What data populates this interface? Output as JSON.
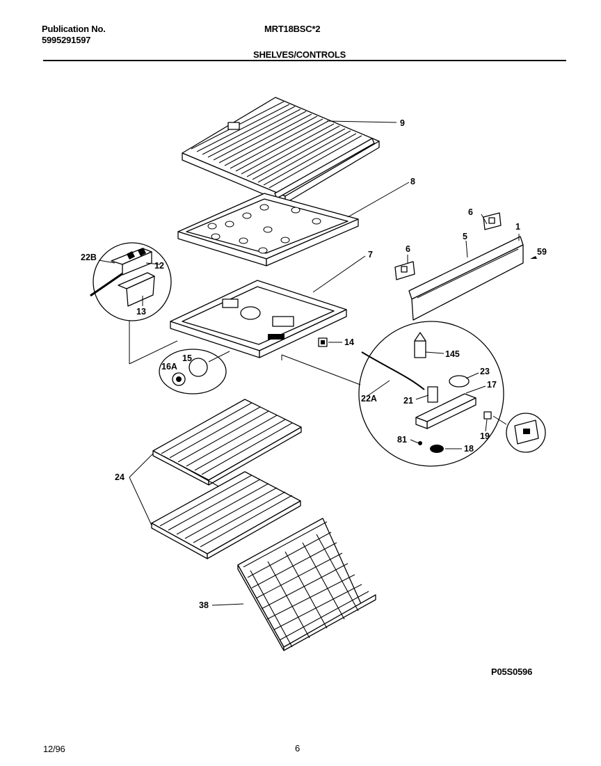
{
  "header": {
    "pub_label": "Publication No.",
    "pub_number": "5995291597",
    "model": "MRT18BSC*2",
    "section_title": "SHELVES/CONTROLS"
  },
  "callouts": {
    "c9": "9",
    "c8": "8",
    "c7": "7",
    "c6a": "6",
    "c6b": "6",
    "c5": "5",
    "c1": "1",
    "c59": "59",
    "c22B": "22B",
    "c12": "12",
    "c13": "13",
    "c14": "14",
    "c15": "15",
    "c16A": "16A",
    "c145": "145",
    "c23": "23",
    "c17": "17",
    "c22A": "22A",
    "c21": "21",
    "c81": "81",
    "c19": "19",
    "c18": "18",
    "c24": "24",
    "c38": "38"
  },
  "footer": {
    "figure_code": "P05S0596",
    "date": "12/96",
    "page_number": "6"
  }
}
